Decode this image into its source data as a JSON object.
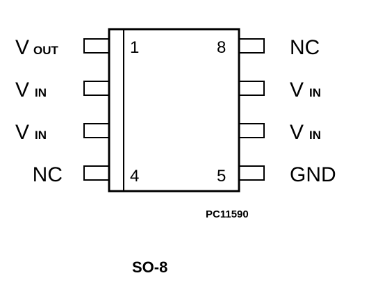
{
  "diagram": {
    "left_pins": [
      {
        "main": "V",
        "sub": "OUT"
      },
      {
        "main": "V",
        "sub": "IN"
      },
      {
        "main": "V",
        "sub": "IN"
      },
      {
        "main": "NC",
        "sub": ""
      }
    ],
    "right_pins": [
      {
        "main": "NC",
        "sub": ""
      },
      {
        "main": "V",
        "sub": "IN"
      },
      {
        "main": "V",
        "sub": "IN"
      },
      {
        "main": "GND",
        "sub": ""
      }
    ],
    "pin_numbers": {
      "top_left": "1",
      "bottom_left": "4",
      "top_right": "8",
      "bottom_right": "5"
    },
    "part_code": "PC11590",
    "package": "SO-8"
  }
}
